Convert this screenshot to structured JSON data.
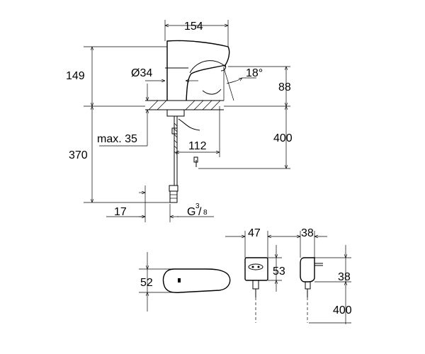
{
  "labels": {
    "width_top": "154",
    "height_total_top": "149",
    "diameter": "Ø34",
    "angle": "18°",
    "height_outlet": "88",
    "max_thickness": "max. 35",
    "height_below": "370",
    "reach": "112",
    "cable_length": "400",
    "offset": "17",
    "thread_main": "G",
    "thread_num": "3",
    "thread_den": "8",
    "base_width": "52",
    "psu1_width": "47",
    "psu1_height": "53",
    "psu2_width": "38",
    "psu2_height": "38",
    "psu2_cable": "400"
  }
}
